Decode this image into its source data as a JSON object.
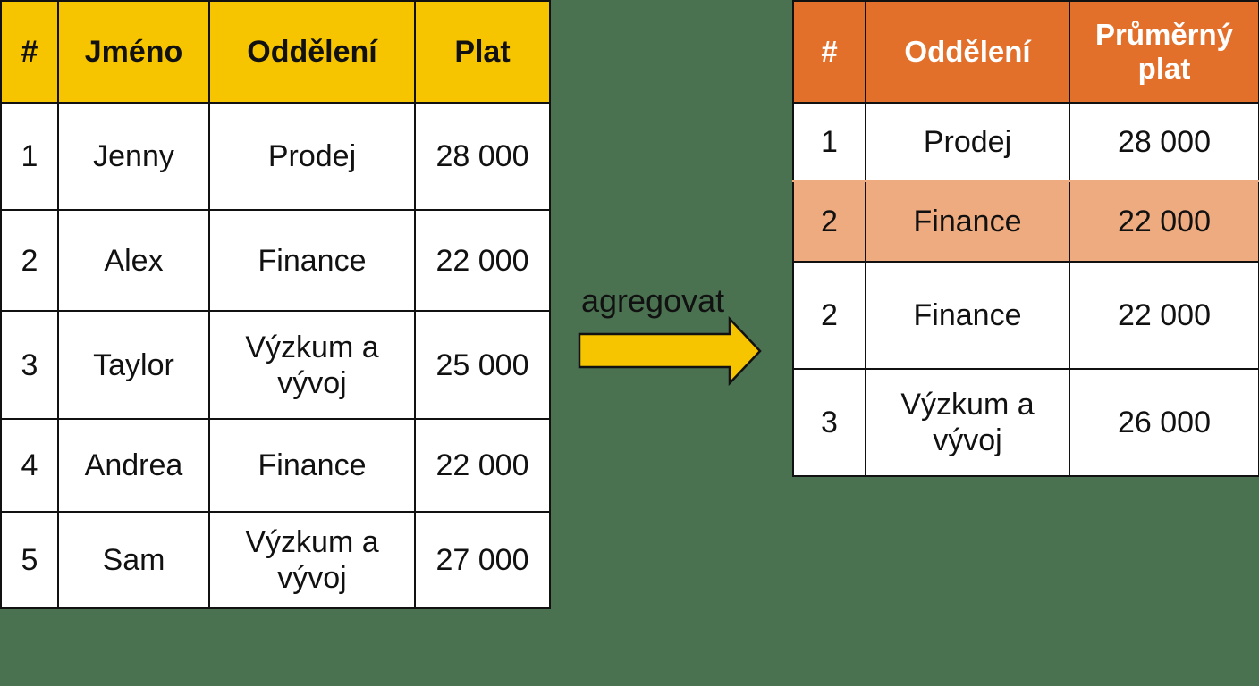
{
  "source_table": {
    "headers": [
      "#",
      "Jméno",
      "Oddělení",
      "Plat"
    ],
    "rows": [
      [
        "1",
        "Jenny",
        "Prodej",
        "28 000"
      ],
      [
        "2",
        "Alex",
        "Finance",
        "22 000"
      ],
      [
        "3",
        "Taylor",
        "Výzkum a vývoj",
        "25 000"
      ],
      [
        "4",
        "Andrea",
        "Finance",
        "22 000"
      ],
      [
        "5",
        "Sam",
        "Výzkum a vývoj",
        "27 000"
      ]
    ]
  },
  "arrow": {
    "label": "agregovat"
  },
  "result_table": {
    "headers": [
      "#",
      "Oddělení",
      "Průměrný plat"
    ],
    "rows": [
      [
        "1",
        "Prodej",
        "28 000"
      ],
      [
        "2",
        "Finance",
        "22 000"
      ],
      [
        "2",
        "Finance",
        "22 000"
      ],
      [
        "3",
        "Výzkum a vývoj",
        "26 000"
      ]
    ]
  },
  "colors": {
    "background": "#4a7150",
    "source_header": "#f6c500",
    "result_header": "#e2702b",
    "highlight_row": "#eeab80",
    "arrow_fill": "#f6c500"
  }
}
